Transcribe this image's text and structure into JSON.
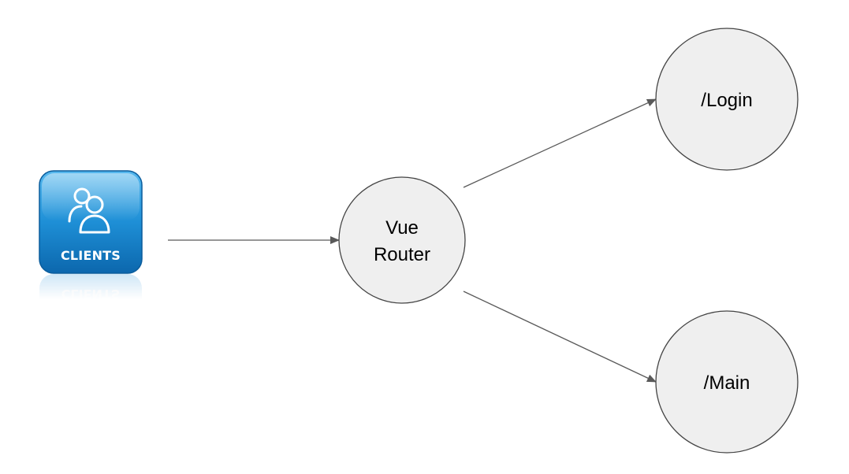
{
  "diagram": {
    "clients": {
      "label": "CLIENTS",
      "icon": "users-icon",
      "color": "#1e8fd6"
    },
    "nodes": {
      "router": {
        "label_line1": "Vue",
        "label_line2": "Router"
      },
      "login": {
        "label": "/Login"
      },
      "main": {
        "label": "/Main"
      }
    },
    "edges": [
      {
        "from": "clients",
        "to": "router"
      },
      {
        "from": "router",
        "to": "login"
      },
      {
        "from": "router",
        "to": "main"
      }
    ],
    "colors": {
      "node_fill": "#efefef",
      "node_stroke": "#444444",
      "edge": "#595959"
    }
  }
}
